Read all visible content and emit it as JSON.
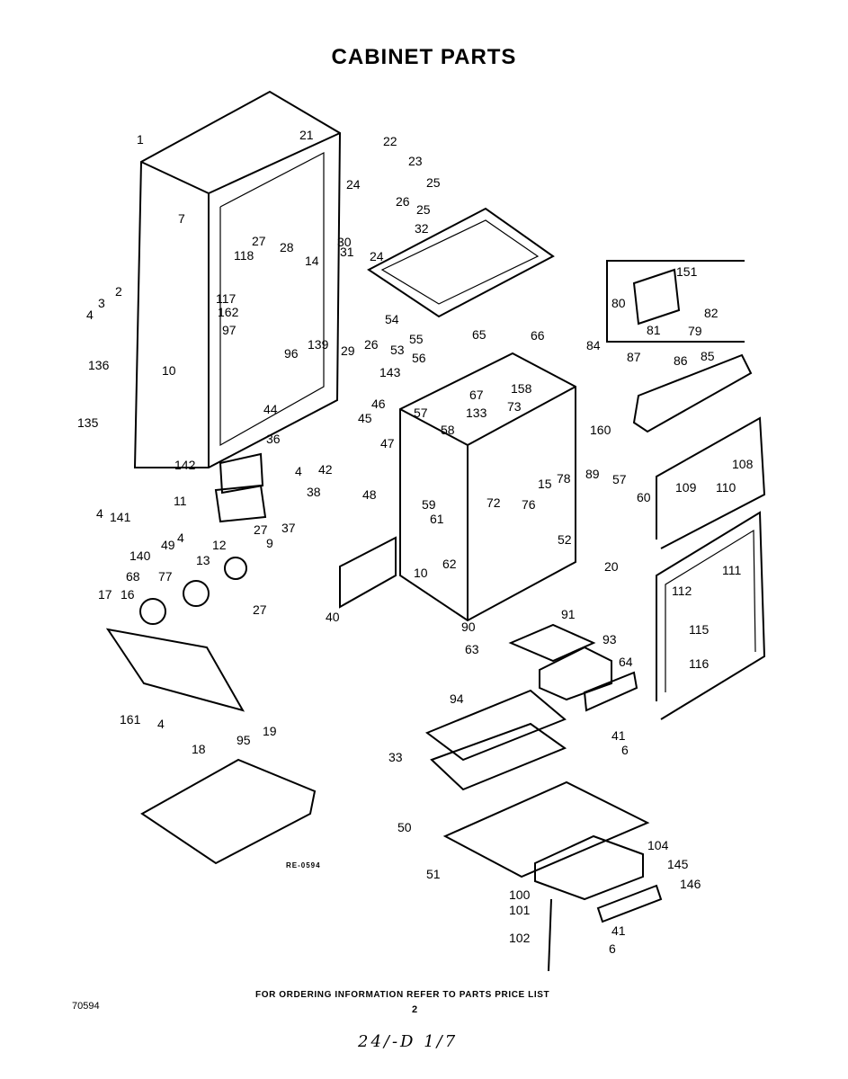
{
  "title": "CABINET PARTS",
  "drawing_code": "RE-0594",
  "document_number": "70594",
  "footer_note": "FOR ORDERING INFORMATION REFER TO PARTS PRICE LIST",
  "page_number": "2",
  "handwritten_note": "24/-D 1/7",
  "part_labels": [
    "1",
    "21",
    "22",
    "23",
    "24",
    "25",
    "26",
    "25",
    "32",
    "24",
    "30",
    "31",
    "7",
    "27",
    "28",
    "118",
    "117",
    "162",
    "14",
    "2",
    "3",
    "4",
    "10",
    "136",
    "135",
    "97",
    "96",
    "139",
    "29",
    "26",
    "53",
    "55",
    "65",
    "56",
    "143",
    "44",
    "45",
    "46",
    "47",
    "36",
    "4",
    "42",
    "48",
    "142",
    "11",
    "38",
    "37",
    "27",
    "141",
    "4",
    "140",
    "49",
    "4",
    "12",
    "9",
    "13",
    "68",
    "77",
    "16",
    "17",
    "27",
    "40",
    "161",
    "4",
    "95",
    "19",
    "18",
    "66",
    "57",
    "67",
    "133",
    "158",
    "73",
    "58",
    "15",
    "78",
    "76",
    "72",
    "59",
    "61",
    "62",
    "10",
    "52",
    "90",
    "20",
    "57",
    "60",
    "89",
    "160",
    "84",
    "87",
    "86",
    "85",
    "151",
    "82",
    "80",
    "81",
    "79",
    "108",
    "109",
    "110",
    "111",
    "112",
    "115",
    "116",
    "91",
    "93",
    "63",
    "64",
    "94",
    "33",
    "41",
    "6",
    "50",
    "104",
    "145",
    "146",
    "51",
    "100",
    "101",
    "102",
    "41",
    "6",
    "54"
  ]
}
